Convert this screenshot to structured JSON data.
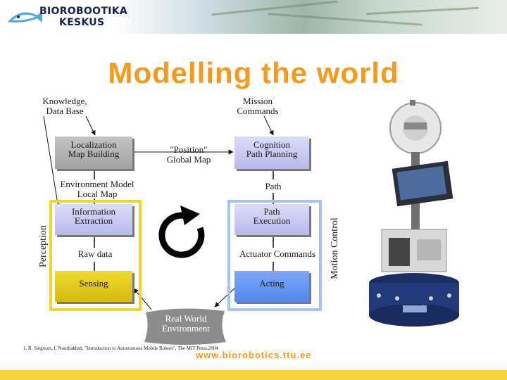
{
  "header": {
    "logo_line1": "BIOROBOOTIKA",
    "logo_line2": "KESKUS"
  },
  "title": "Modelling the world",
  "labels": {
    "knowledge": "Knowledge,\nData Base",
    "mission": "Mission\nCommands",
    "position": "\"Position\"\nGlobal Map",
    "environment": "Environment Model\nLocal Map",
    "path": "Path",
    "raw_data": "Raw data",
    "actuator": "Actuator Commands",
    "perception": "Perception",
    "motion_control": "Motion Control"
  },
  "boxes": {
    "localization": "Localization\nMap Building",
    "cognition": "Cognition\nPath Planning",
    "information": "Information\nExtraction",
    "path_execution": "Path\nExecution",
    "sensing": "Sensing",
    "acting": "Acting",
    "real_world": "Real World\nEnvironment"
  },
  "citation": "1. R. Siegwart, I. Nourbakhsh, \"Introduction to Autonomous Mobile Robots\", The MIT Press,2004",
  "footer_url": "www.biorobotics.ttu.ee",
  "colors": {
    "title": "#f59a1d",
    "perception_frame": "#f1d62a",
    "motion_frame": "#a6c4f1",
    "gray_box": "#b3b3b3",
    "lavender_box": "#c9c9f2",
    "yellow_box": "#e3c71a",
    "blue_box": "#6b98f2",
    "bottom_bar": "#f6d23c"
  }
}
